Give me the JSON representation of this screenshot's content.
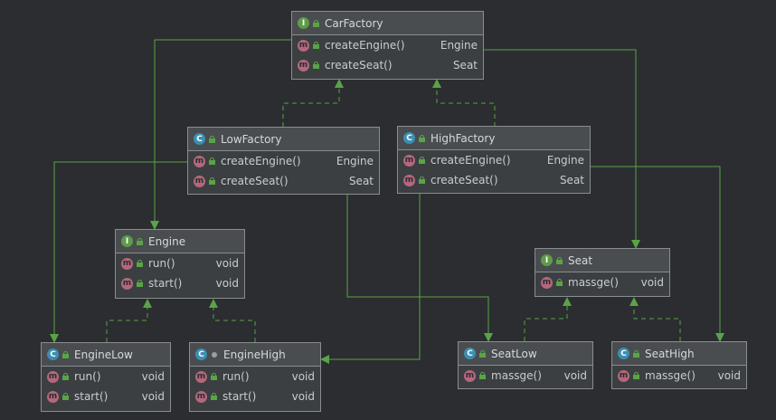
{
  "colors": {
    "background": "#2b2d30",
    "box_fill": "#3c3f41",
    "edge": "#59a447",
    "interface_badge": "#5e9b4a",
    "class_badge": "#3a8fb3",
    "method_badge": "#b4677d"
  },
  "icons": {
    "interface": "I",
    "class": "C",
    "method": "m"
  },
  "boxes": {
    "car_factory": {
      "title": "CarFactory",
      "kind": "interface",
      "methods": [
        {
          "name": "createEngine()",
          "type": "Engine"
        },
        {
          "name": "createSeat()",
          "type": "Seat"
        }
      ]
    },
    "low_factory": {
      "title": "LowFactory",
      "kind": "class",
      "methods": [
        {
          "name": "createEngine()",
          "type": "Engine"
        },
        {
          "name": "createSeat()",
          "type": "Seat"
        }
      ]
    },
    "high_factory": {
      "title": "HighFactory",
      "kind": "class",
      "methods": [
        {
          "name": "createEngine()",
          "type": "Engine"
        },
        {
          "name": "createSeat()",
          "type": "Seat"
        }
      ]
    },
    "engine": {
      "title": "Engine",
      "kind": "interface",
      "methods": [
        {
          "name": "run()",
          "type": "void"
        },
        {
          "name": "start()",
          "type": "void"
        }
      ]
    },
    "seat": {
      "title": "Seat",
      "kind": "interface",
      "methods": [
        {
          "name": "massge()",
          "type": "void"
        }
      ]
    },
    "engine_low": {
      "title": "EngineLow",
      "kind": "class",
      "methods": [
        {
          "name": "run()",
          "type": "void"
        },
        {
          "name": "start()",
          "type": "void"
        }
      ]
    },
    "engine_high": {
      "title": "EngineHigh",
      "kind": "class",
      "methods": [
        {
          "name": "run()",
          "type": "void"
        },
        {
          "name": "start()",
          "type": "void"
        }
      ]
    },
    "seat_low": {
      "title": "SeatLow",
      "kind": "class",
      "methods": [
        {
          "name": "massge()",
          "type": "void"
        }
      ]
    },
    "seat_high": {
      "title": "SeatHigh",
      "kind": "class",
      "methods": [
        {
          "name": "massge()",
          "type": "void"
        }
      ]
    }
  }
}
